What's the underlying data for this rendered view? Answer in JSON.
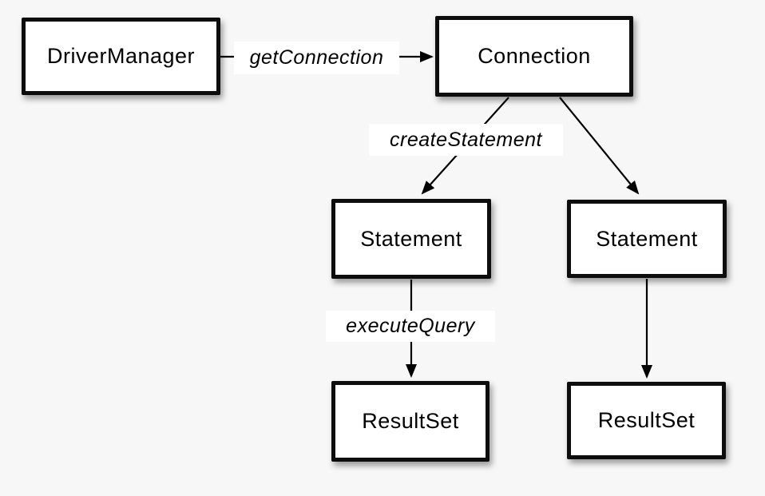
{
  "diagram": {
    "nodes": {
      "driver_manager": "DriverManager",
      "connection": "Connection",
      "statement_left": "Statement",
      "statement_right": "Statement",
      "resultset_left": "ResultSet",
      "resultset_right": "ResultSet"
    },
    "edge_labels": {
      "get_connection": "getConnection",
      "create_statement": "createStatement",
      "execute_query": "executeQuery"
    },
    "colors": {
      "background": "#f7f7f7",
      "node_fill": "#ffffff",
      "node_border": "#0d0d0d",
      "line": "#000000",
      "text": "#000000",
      "label_background": "#ffffff"
    }
  }
}
